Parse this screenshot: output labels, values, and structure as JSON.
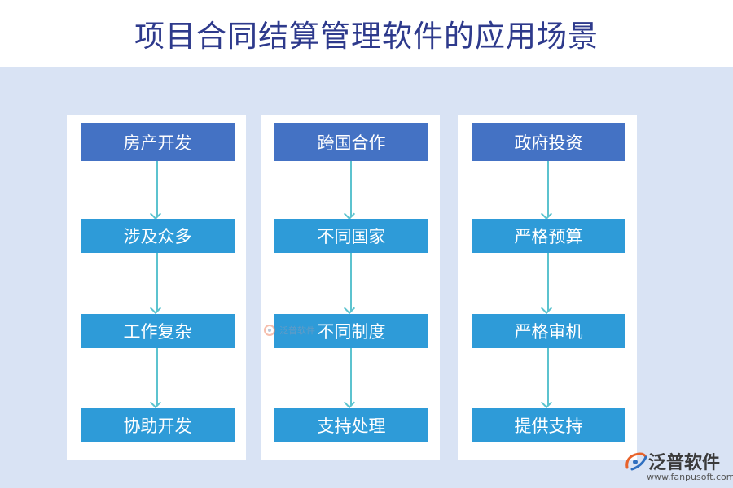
{
  "title": "项目合同结算管理软件的应用场景",
  "columns": [
    {
      "head": "房产开发",
      "steps": [
        "涉及众多",
        "工作复杂",
        "协助开发"
      ]
    },
    {
      "head": "跨国合作",
      "steps": [
        "不同国家",
        "不同制度",
        "支持处理"
      ]
    },
    {
      "head": "政府投资",
      "steps": [
        "严格预算",
        "严格审机",
        "提供支持"
      ]
    }
  ],
  "watermark": {
    "center_text": "泛普软件",
    "brand": "泛普软件",
    "url": "www.fanpusoft.com"
  },
  "colors": {
    "title": "#2e3a8c",
    "band": "#d9e3f4",
    "head_box": "#4472c4",
    "step_box": "#2e9bd8",
    "arrow": "#5cc3cf"
  }
}
